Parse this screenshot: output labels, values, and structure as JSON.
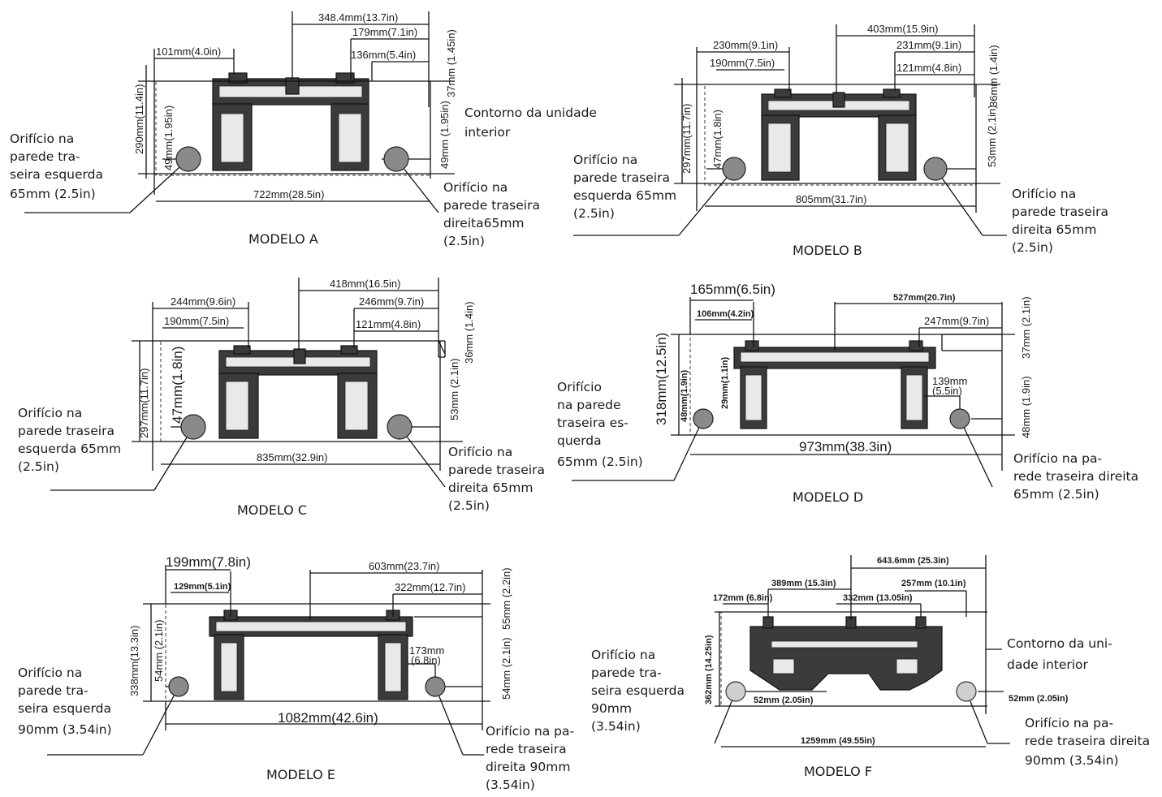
{
  "models": {
    "a": {
      "title": "MODELO A",
      "d1": "348.4mm(13.7in)",
      "d2": "179mm(7.1in)",
      "d3": "101mm(4.0in)",
      "d4": "136mm(5.4in)",
      "d5": "37mm (1.45in)",
      "d6": "290mm(11.4in)",
      "d7": "49mm(1.95in)",
      "d8": "49mm (1.95in)",
      "width": "722mm(28.5in)",
      "contour": [
        "Contorno da unidade",
        "interior"
      ],
      "left_hole": [
        "Orifício na",
        "parede tra-",
        "seira esquerda",
        "65mm (2.5in)"
      ],
      "right_hole": [
        "Orifício na",
        "parede traseira",
        "direita65mm",
        "(2.5in)"
      ]
    },
    "b": {
      "title": "MODELO B",
      "d1": "403mm(15.9in)",
      "d2": "230mm(9.1in)",
      "d3": "231mm(9.1in)",
      "d4": "190mm(7.5in)",
      "d5": "121mm(4.8in)",
      "d6": "36mm (1.4in)",
      "d7": "297mm(11.7in)",
      "d8": "47mm(1.8in)",
      "d9": "53mm (2.1in)",
      "width": "805mm(31.7in)",
      "left_hole": [
        "Orifício na",
        "parede traseira",
        "esquerda 65mm",
        "(2.5in)"
      ],
      "right_hole": [
        "Orifício na",
        "parede traseira",
        "direita 65mm",
        "(2.5in)"
      ]
    },
    "c": {
      "title": "MODELO C",
      "d1": "418mm(16.5in)",
      "d2": "244mm(9.6in)",
      "d3": "246mm(9.7in)",
      "d4": "190mm(7.5in)",
      "d5": "121mm(4.8in)",
      "d6": "36mm (1.4in)",
      "d7": "297mm(11.7in)",
      "d8": "47mm(1.8in)",
      "d9": "53mm (2.1in)",
      "width": "835mm(32.9in)",
      "left_hole": [
        "Orifício na",
        "parede traseira",
        "esquerda 65mm",
        "(2.5in)"
      ],
      "right_hole": [
        "Orifício na",
        "parede traseira",
        "direita 65mm",
        "(2.5in)"
      ]
    },
    "d": {
      "title": "MODELO D",
      "d1": "165mm(6.5in)",
      "d2": "106mm(4.2in)",
      "d3": "527mm(20.7in)",
      "d4": "247mm(9.7in)",
      "d5": "37mm (2.1in)",
      "d6": "318mm(12.5in)",
      "d7": "48mm(1.9in)",
      "d8": "29mm(1.1in)",
      "d9": "139mm",
      "d10": "(5.5in)",
      "d11": "48mm (1.9in)",
      "width": "973mm(38.3in)",
      "left_hole": [
        "Orifício",
        "na parede",
        "traseira es-",
        "querda",
        "65mm (2.5in)"
      ],
      "right_hole": [
        "Orifício na pa-",
        "rede traseira direita",
        "65mm (2.5in)"
      ]
    },
    "e": {
      "title": "MODELO E",
      "d1": "199mm(7.8in)",
      "d2": "129mm(5.1in)",
      "d3": "603mm(23.7in)",
      "d4": "322mm(12.7in)",
      "d5": "55mm (2.2in)",
      "d6": "338mm(13.3in)",
      "d7": "54mm (2.1in)",
      "d8": "173mm",
      "d9": "(6.8in)",
      "d10": "54mm (2.1in)",
      "width": "1082mm(42.6in)",
      "left_hole": [
        "Orifício na",
        "parede tra-",
        "seira esquerda",
        "90mm (3.54in)"
      ],
      "right_hole": [
        "Orifício na pa-",
        "rede traseira",
        "direita 90mm",
        "(3.54in)"
      ]
    },
    "f": {
      "title": "MODELO F",
      "d1": "643.6mm (25.3in)",
      "d2": "389mm (15.3in)",
      "d3": "257mm (10.1in)",
      "d4": "172mm (6.8in)",
      "d5": "332mm (13.05in)",
      "d6": "362mm (14.25in)",
      "d7": "52mm (2.05in)",
      "d8": "52mm (2.05in)",
      "width": "1259mm (49.55in)",
      "contour": [
        "Contorno da uni-",
        "dade interior"
      ],
      "left_hole": [
        "Orifício na",
        "parede tra-",
        "seira esquerda",
        "90mm",
        "(3.54in)"
      ],
      "right_hole": [
        "Orifício na pa-",
        "rede traseira direita",
        "90mm (3.54in)"
      ]
    }
  }
}
